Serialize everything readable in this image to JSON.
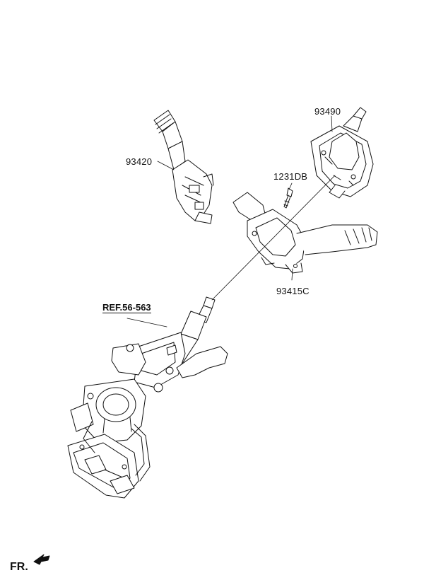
{
  "parts": {
    "switch_lever_left": "93420",
    "clock_spring": "93490",
    "bolt": "1231DB",
    "multifunction_body": "93415C"
  },
  "reference": {
    "label": "REF.56-563"
  },
  "orientation": {
    "label": "FR."
  }
}
